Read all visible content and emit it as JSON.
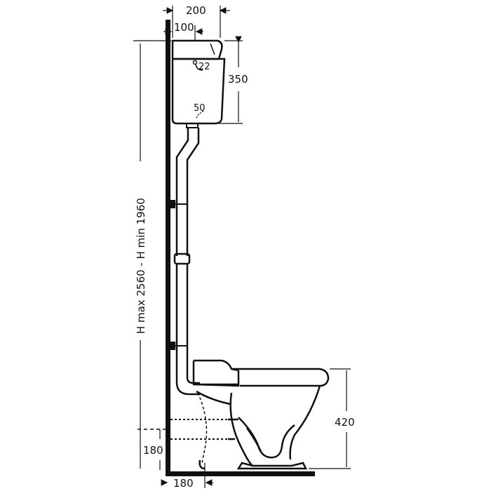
{
  "dimensions": {
    "tank_width": "200",
    "tank_offset": "100",
    "tank_height": "350",
    "inlet_diameter": "22",
    "outlet_diameter": "50",
    "total_height": "H max 2560 - H min 1960",
    "bowl_height": "420",
    "floor_outlet_height": "180",
    "floor_outlet_distance": "180"
  },
  "colors": {
    "line": "#111111",
    "background": "#ffffff"
  }
}
